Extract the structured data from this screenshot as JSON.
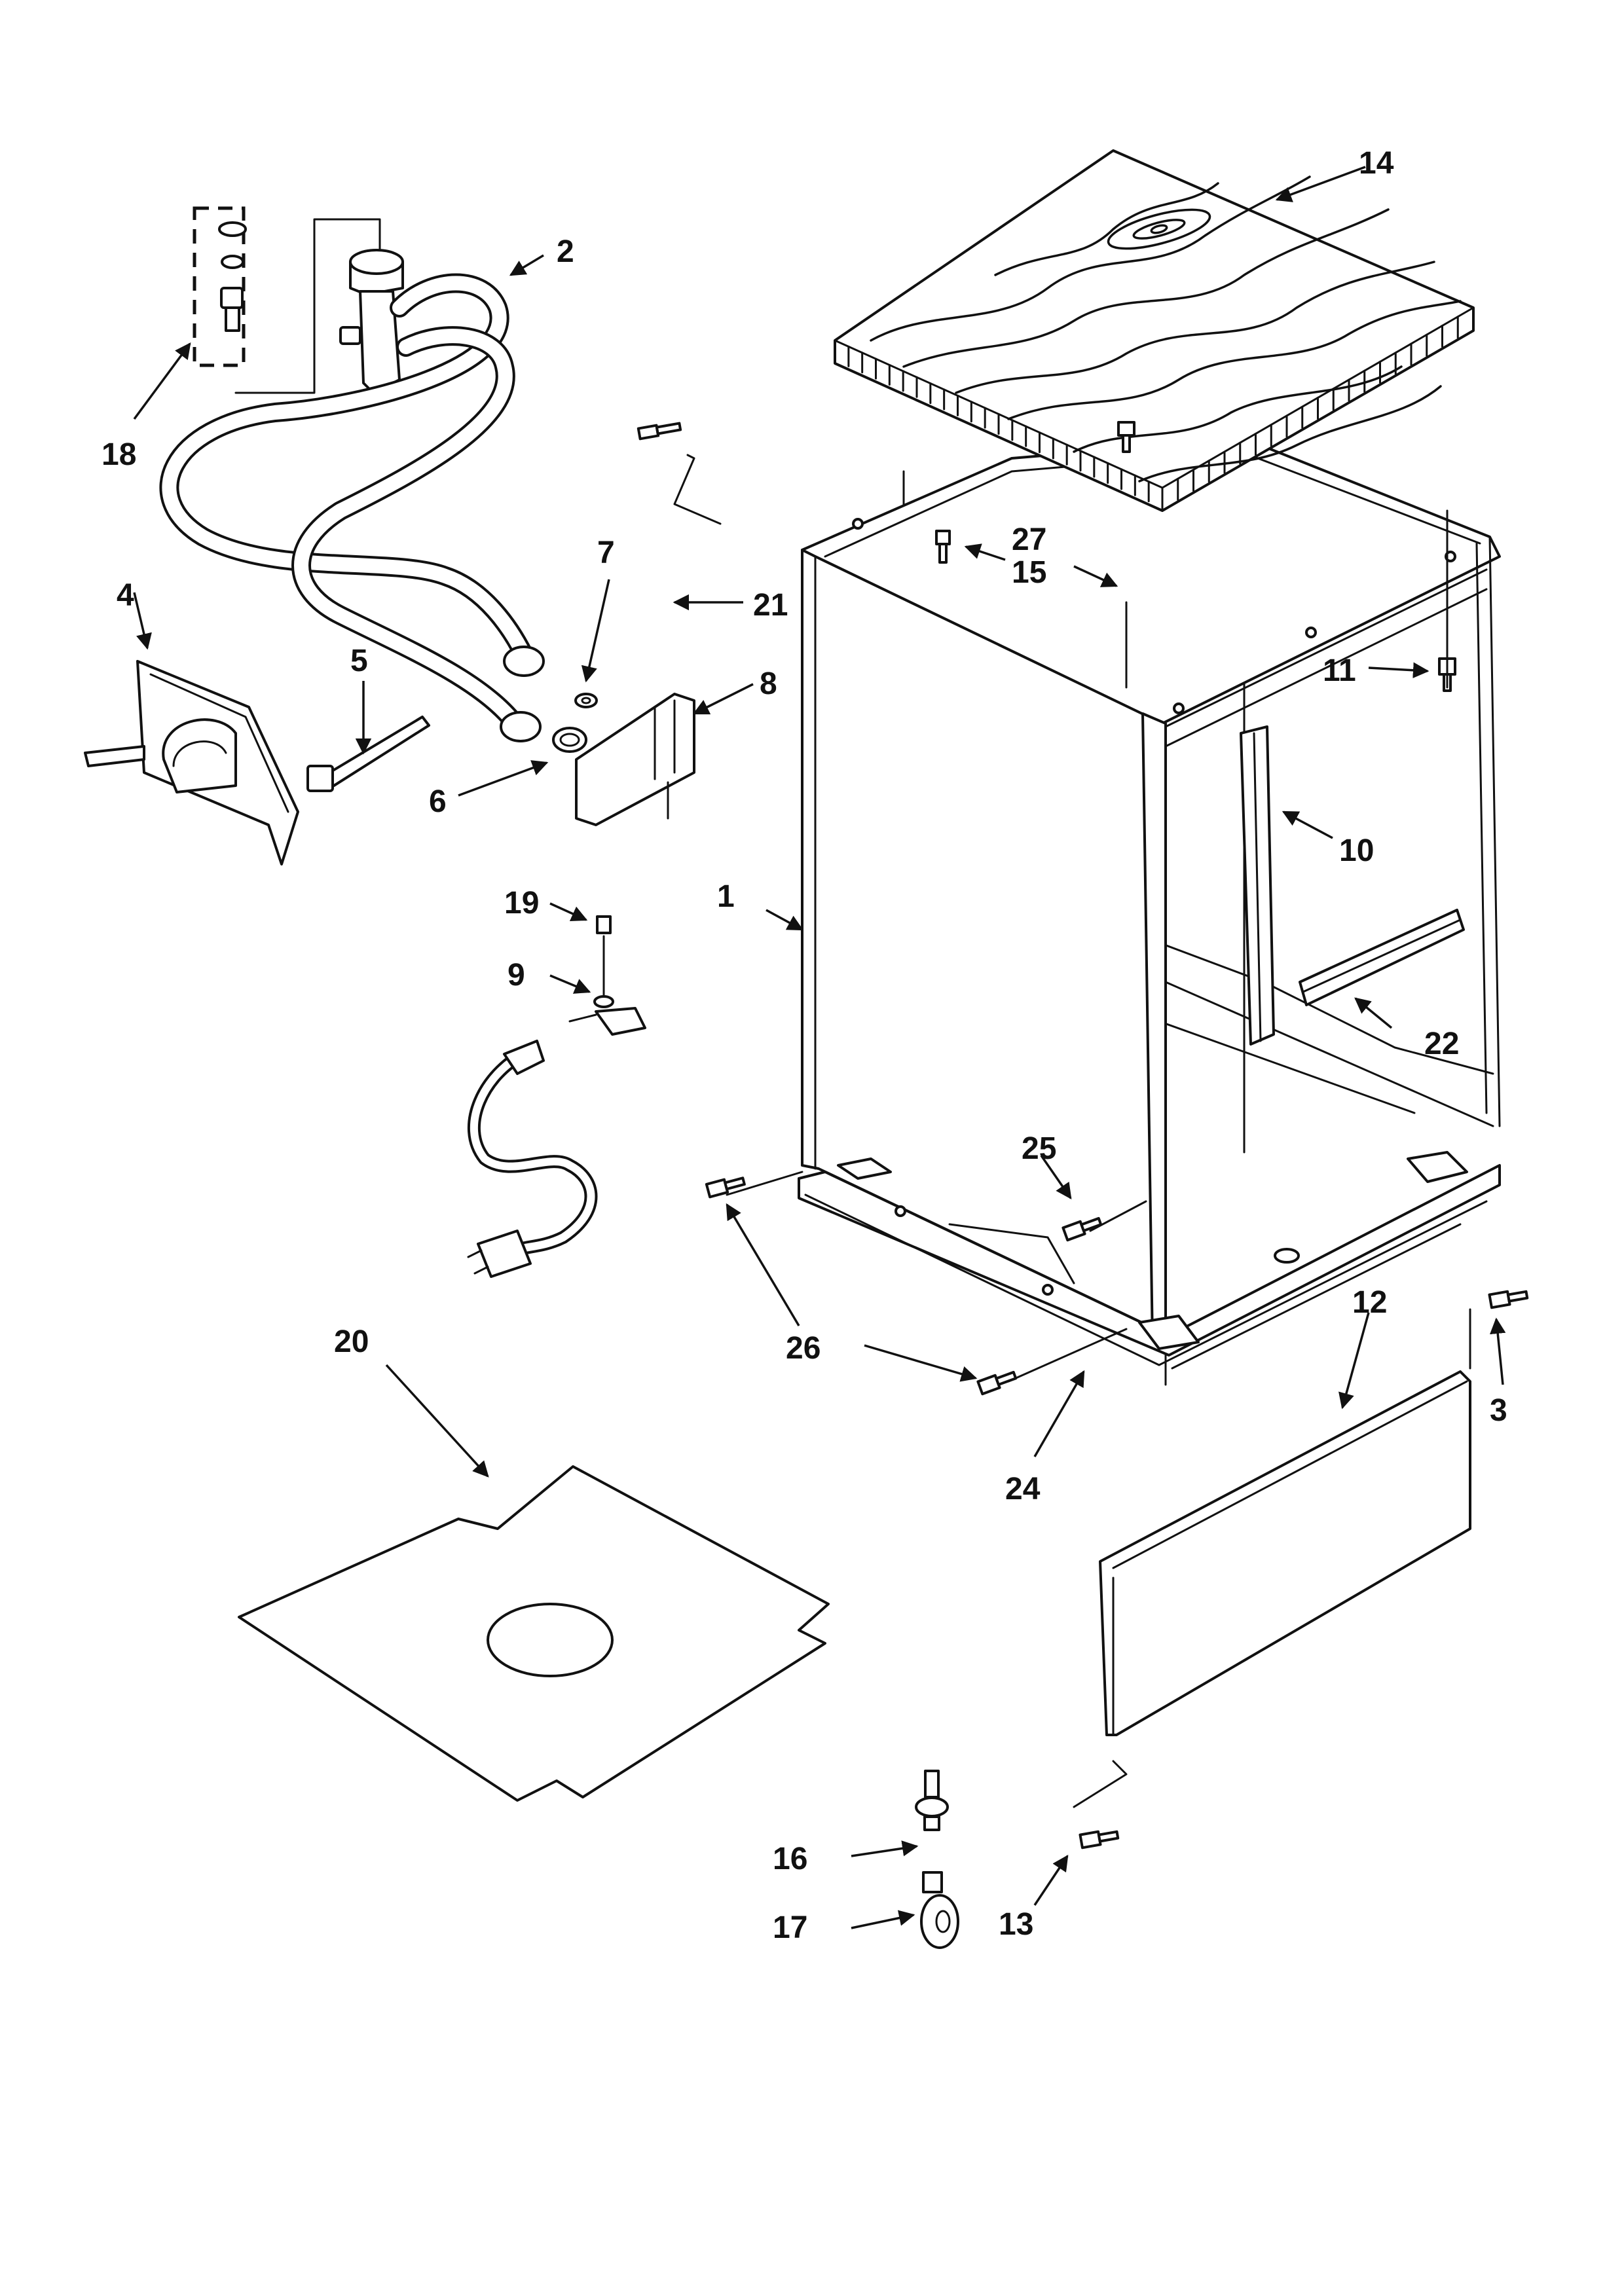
{
  "diagram": {
    "type": "exploded parts diagram",
    "colors": {
      "ink": "#111111",
      "paper": "#ffffff"
    },
    "callouts": [
      {
        "id": "c1",
        "label": "1"
      },
      {
        "id": "c2",
        "label": "2"
      },
      {
        "id": "c3",
        "label": "3"
      },
      {
        "id": "c4",
        "label": "4"
      },
      {
        "id": "c5",
        "label": "5"
      },
      {
        "id": "c6",
        "label": "6"
      },
      {
        "id": "c7",
        "label": "7"
      },
      {
        "id": "c8",
        "label": "8"
      },
      {
        "id": "c9",
        "label": "9"
      },
      {
        "id": "c10",
        "label": "10"
      },
      {
        "id": "c11",
        "label": "11"
      },
      {
        "id": "c12",
        "label": "12"
      },
      {
        "id": "c13",
        "label": "13"
      },
      {
        "id": "c14",
        "label": "14"
      },
      {
        "id": "c15",
        "label": "15"
      },
      {
        "id": "c16",
        "label": "16"
      },
      {
        "id": "c17",
        "label": "17"
      },
      {
        "id": "c18",
        "label": "18"
      },
      {
        "id": "c19",
        "label": "19"
      },
      {
        "id": "c20",
        "label": "20"
      },
      {
        "id": "c21",
        "label": "21"
      },
      {
        "id": "c22",
        "label": "22"
      },
      {
        "id": "c24",
        "label": "24"
      },
      {
        "id": "c25",
        "label": "25"
      },
      {
        "id": "c26",
        "label": "26"
      },
      {
        "id": "c27",
        "label": "27"
      }
    ]
  }
}
